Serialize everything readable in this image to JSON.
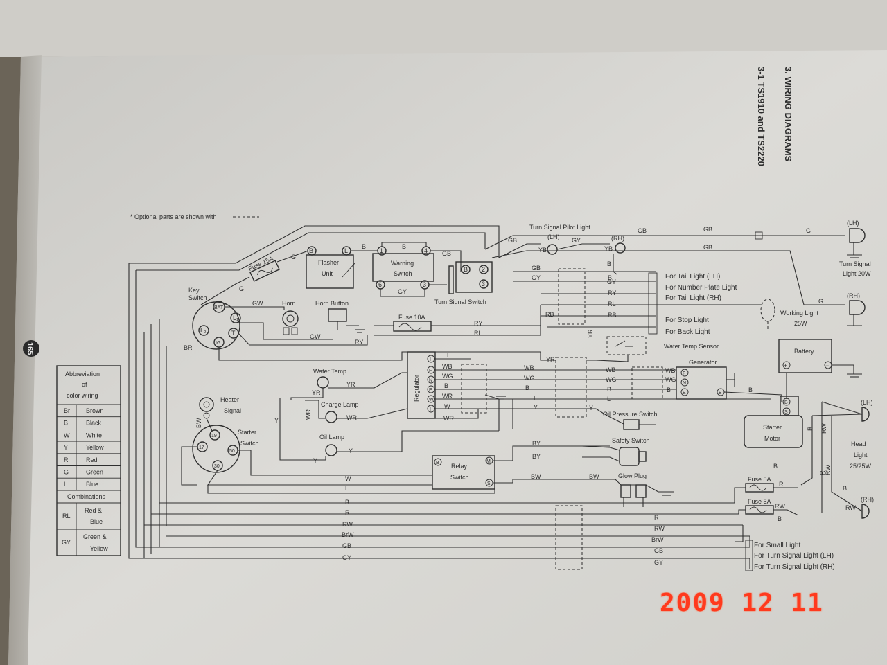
{
  "page_number": "165",
  "section": {
    "heading": "3. WIRING DIAGRAMS",
    "subheading": "3-1 TS1910 and TS2220"
  },
  "note": "* Optional parts are shown with",
  "components": {
    "fuse15": "Fuse 15A",
    "flasher": [
      "Flasher",
      "Unit"
    ],
    "warning": [
      "Warning",
      "Switch"
    ],
    "turn_signal_switch": "Turn Signal Switch",
    "pilot_light": "Turn Signal Pilot Light",
    "lh_paren": "(LH)",
    "rh_paren": "(RH)",
    "key_switch": [
      "Key",
      "Switch"
    ],
    "horn": "Horn",
    "horn_button": "Horn Button",
    "fuse10": "Fuse 10A",
    "tail_lh": "For Tail Light (LH)",
    "number_plate": "For Number Plate Light",
    "tail_rh": "For Tail Light (RH)",
    "stop_light": "For Stop Light",
    "back_light": "For Back Light",
    "working_light": [
      "Working Light",
      "25W"
    ],
    "turn_signal_20w": [
      "Turn Signal",
      "Light 20W"
    ],
    "water_temp_sensor": "Water Temp Sensor",
    "battery": "Battery",
    "generator": "Generator",
    "regulator": "Regulator",
    "water_temp": "Water Temp",
    "charge_lamp": "Charge Lamp",
    "oil_lamp": "Oil Lamp",
    "heater_signal": [
      "Heater",
      "Signal"
    ],
    "starter_switch": [
      "Starter",
      "Switch"
    ],
    "oil_pressure": "Oil Pressure Switch",
    "starter_motor": [
      "Starter",
      "Motor"
    ],
    "head_light": [
      "Head",
      "Light",
      "25/25W"
    ],
    "safety_switch": "Safety Switch",
    "relay_switch": [
      "Relay",
      "Switch"
    ],
    "glow_plug": "Glow Plug",
    "fuse5a": "Fuse 5A",
    "small_light": "For Small Light",
    "turn_lh": "For Turn Signal Light (LH)",
    "turn_rh": "For Turn Signal Light (RH)"
  },
  "terminals": {
    "bat": "BAT",
    "l1": "L₁",
    "l2": "L₂",
    "t": "T",
    "ig": "IG",
    "b": "B",
    "l": "L",
    "one": "1",
    "two": "2",
    "three": "3",
    "four": "4",
    "six": "6",
    "i": "I",
    "f": "F",
    "n": "N",
    "e": "E",
    "w": "W",
    "s": "S",
    "m": "M",
    "plus": "+",
    "minus": "−",
    "nineteen": "19",
    "seventeen": "17",
    "fifty": "50",
    "thirty": "30"
  },
  "wire_codes": {
    "g": "G",
    "b": "B",
    "gb": "GB",
    "gy": "GY",
    "yb": "YB",
    "ry": "RY",
    "rl": "RL",
    "rb": "RB",
    "gw": "GW",
    "br": "BR",
    "yr": "YR",
    "wb": "WB",
    "wg": "WG",
    "wr": "WR",
    "w": "W",
    "l": "L",
    "y": "Y",
    "by": "BY",
    "bw": "BW",
    "r": "R",
    "rw": "RW",
    "brw": "BrW"
  },
  "legend": {
    "title": [
      "Abbreviation",
      "of",
      "color wiring"
    ],
    "rows": [
      {
        "code": "Br",
        "name": "Brown"
      },
      {
        "code": "B",
        "name": "Black"
      },
      {
        "code": "W",
        "name": "White"
      },
      {
        "code": "Y",
        "name": "Yellow"
      },
      {
        "code": "R",
        "name": "Red"
      },
      {
        "code": "G",
        "name": "Green"
      },
      {
        "code": "L",
        "name": "Blue"
      }
    ],
    "combinations_title": "Combinations",
    "combos": [
      {
        "code": "RL",
        "name": [
          "Red &",
          "Blue"
        ]
      },
      {
        "code": "GY",
        "name": [
          "Green &",
          "Yellow"
        ]
      }
    ]
  },
  "date_stamp": "2009 12 11",
  "colors": {
    "paper": "#d8d7d3",
    "ink": "#2f2f2f",
    "stamp": "#ff3a1e",
    "background": "#6b6458"
  }
}
